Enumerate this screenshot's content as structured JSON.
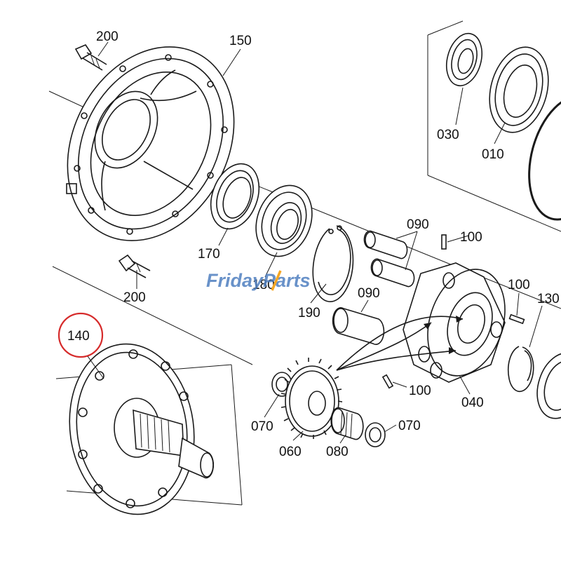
{
  "watermark": {
    "part1": "Friday",
    "part2": "Parts",
    "color1": "#4f7fc0",
    "color2": "#f5a623"
  },
  "highlight": {
    "part": "140",
    "color": "#d62b2b"
  },
  "callouts": {
    "c200a": "200",
    "c150": "150",
    "c030": "030",
    "c010": "010",
    "c170": "170",
    "c180": "180",
    "c090a": "090",
    "c100a": "100",
    "c200b": "200",
    "c190": "190",
    "c090b": "090",
    "c100b": "100",
    "c130": "130",
    "c140": "140",
    "c070a": "070",
    "c100c": "100",
    "c040": "040",
    "c070b": "070",
    "c060": "060",
    "c080": "080"
  }
}
